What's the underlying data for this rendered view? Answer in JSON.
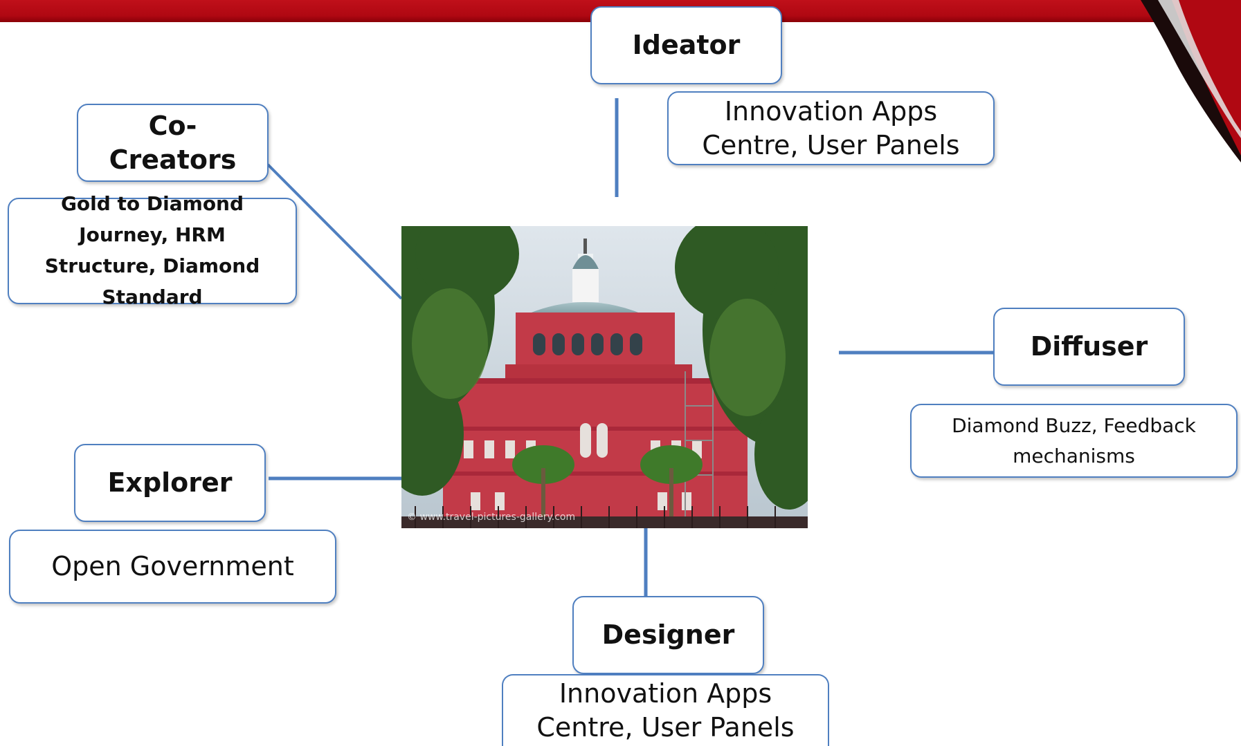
{
  "colors": {
    "banner": "#b00812",
    "box_border": "#4f7fc0",
    "connector": "#4f7fc0",
    "building": "#c23a48"
  },
  "center_image": {
    "subject": "red-house-building-photo",
    "watermark": "© www.travel-pictures-gallery.com"
  },
  "roles": {
    "ideator": {
      "label": "Ideator",
      "description": "Innovation Apps Centre, User Panels"
    },
    "co_creators": {
      "label": "Co-Creators",
      "description": "Gold to Diamond Journey, HRM Structure, Diamond Standard"
    },
    "diffuser": {
      "label": "Diffuser",
      "description": "Diamond Buzz, Feedback mechanisms"
    },
    "explorer": {
      "label": "Explorer",
      "description": "Open Government"
    },
    "designer": {
      "label": "Designer",
      "description": "Innovation Apps Centre, User Panels"
    }
  }
}
